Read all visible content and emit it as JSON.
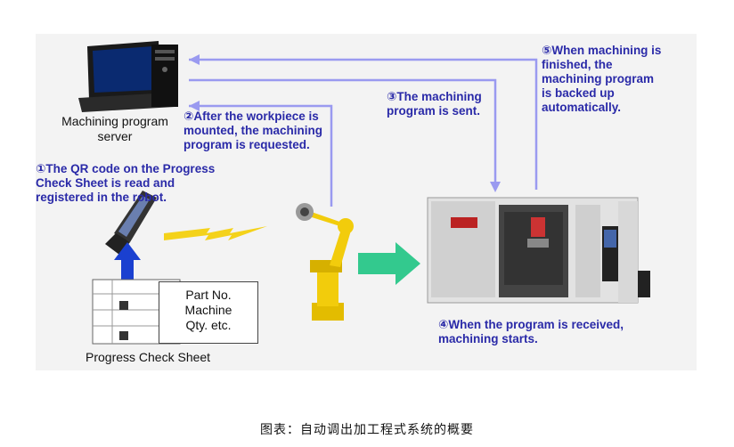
{
  "server": {
    "label": "Machining program\nserver"
  },
  "steps": {
    "s1": "①The QR code on the Progress\nCheck Sheet is read and\nregistered in the robot.",
    "s2": "②After the workpiece is\nmounted, the machining\nprogram is requested.",
    "s3": "③The machining\nprogram is sent.",
    "s4": "④When the program is received,\nmachining starts.",
    "s5": "⑤When machining is\nfinished, the\nmachining program\n is backed up\n automatically."
  },
  "sheet": {
    "label": "Progress Check Sheet",
    "note": [
      "Part No.",
      "Machine",
      "Qty.  etc."
    ]
  },
  "caption": "图表：自动调出加工程式系统的概要",
  "colors": {
    "arrow_line": "#9a9af0",
    "step_text": "#2a2aa8",
    "green_arrow": "#33c98e",
    "robot": "#f2cc0c"
  }
}
